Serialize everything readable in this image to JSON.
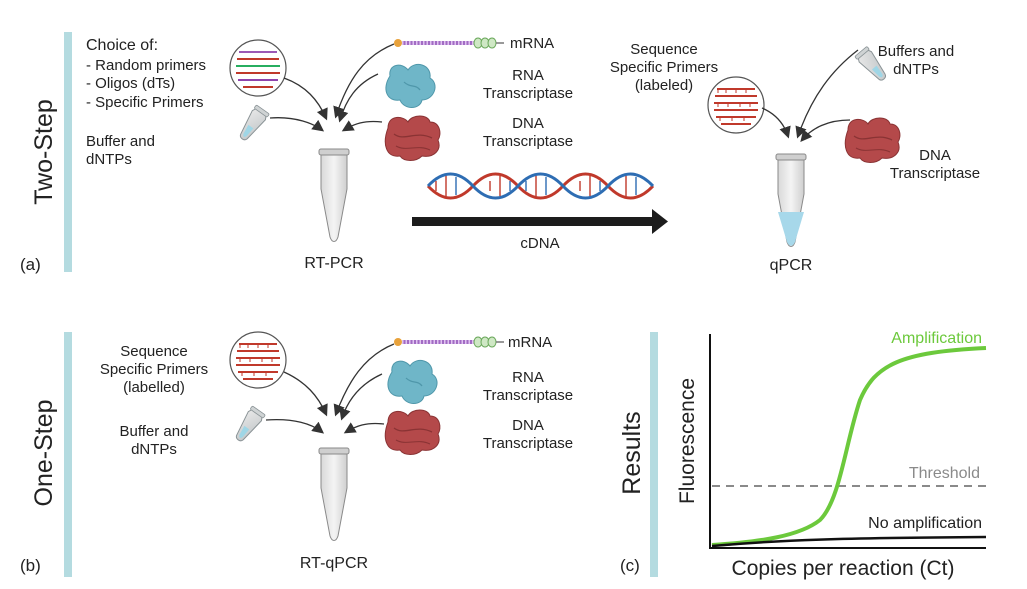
{
  "two_step": {
    "title": "Two-Step",
    "letter": "(a)",
    "choice_title": "Choice of:",
    "choice_items": [
      "- Random primers",
      "- Oligos (dTs)",
      "- Specific Primers"
    ],
    "buffer": [
      "Buffer and",
      "dNTPs"
    ],
    "mrna": "mRNA",
    "rna_t": [
      "RNA",
      "Transcriptase"
    ],
    "dna_t": [
      "DNA",
      "Transcriptase"
    ],
    "rt_pcr": "RT-PCR",
    "cdna": "cDNA",
    "seq_primers": [
      "Sequence",
      "Specific Primers",
      "(labeled)"
    ],
    "buffers_q": [
      "Buffers and",
      "dNTPs"
    ],
    "dna_t_q": [
      "DNA",
      "Transcriptase"
    ],
    "qpcr": "qPCR"
  },
  "one_step": {
    "title": "One-Step",
    "letter": "(b)",
    "seq_primers": [
      "Sequence",
      "Specific Primers",
      "(labelled)"
    ],
    "buffer": [
      "Buffer and",
      "dNTPs"
    ],
    "mrna": "mRNA",
    "rna_t": [
      "RNA",
      "Transcriptase"
    ],
    "dna_t": [
      "DNA",
      "Transcriptase"
    ],
    "rt_qpcr": "RT-qPCR"
  },
  "results": {
    "title": "Results",
    "letter": "(c)",
    "ylabel": "Fluorescence",
    "xlabel": "Copies per reaction (Ct)",
    "amplification": "Amplification",
    "threshold": "Threshold",
    "no_amplification": "No amplification"
  },
  "colors": {
    "side_bar": "#b4dbe0",
    "amplification": "#6cc93c",
    "threshold": "#8a8a8a",
    "dna_red": "#c0392b",
    "dna_blue": "#2e6db3",
    "enzyme_rna": "#6fb6c8",
    "enzyme_dna": "#b4494a"
  },
  "icons": [
    "primer-circle-icon",
    "mrna-strand-icon",
    "rna-transcriptase-icon",
    "dna-transcriptase-icon",
    "buffer-tube-icon",
    "reaction-tube-icon",
    "dna-helix-icon"
  ]
}
